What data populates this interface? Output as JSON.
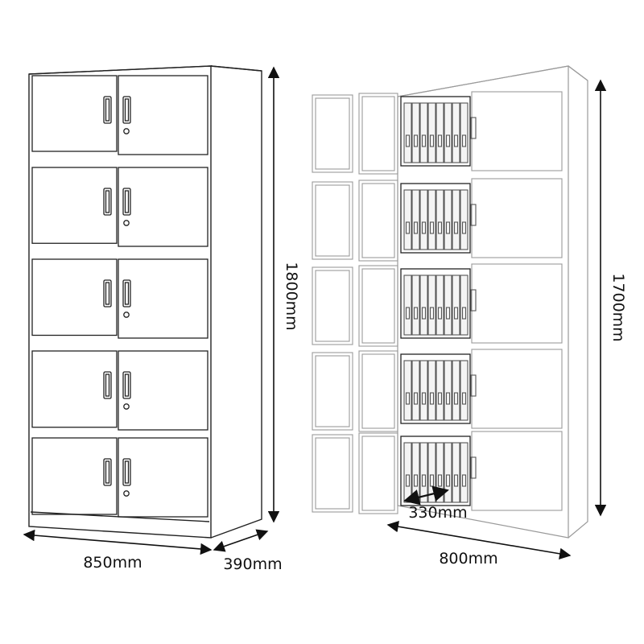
{
  "dimensions": {
    "closed_width": "850mm",
    "closed_depth": "390mm",
    "closed_height": "1800mm",
    "open_width": "800mm",
    "open_height": "1700mm",
    "interior_depth": "330mm"
  },
  "cabinet": {
    "rows": 5,
    "doors_per_row": 2,
    "stroke_color": "#222222",
    "binder_color": "#555555",
    "open_stroke_color": "#9a9a9a"
  }
}
